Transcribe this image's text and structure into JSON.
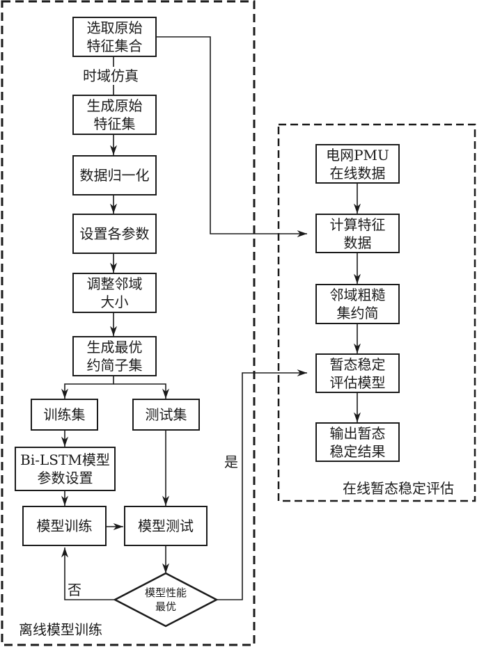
{
  "regions": {
    "offline": {
      "label": "离线模型训练"
    },
    "online": {
      "label": "在线暂态稳定评估"
    }
  },
  "offline_nodes": {
    "select_features": "选取原始\n特征集合",
    "generate_features": "生成原始\n特征集",
    "normalize": "数据归一化",
    "set_params": "设置各参数",
    "adjust_neighborhood": "调整邻域\n大小",
    "optimal_subset": "生成最优\n约简子集",
    "train_set": "训练集",
    "test_set": "测试集",
    "bilstm_params": "Bi-LSTM模型\n参数设置",
    "model_train": "模型训练",
    "model_test": "模型测试",
    "decision": "模型性能\n最优"
  },
  "online_nodes": {
    "pmu_data": "电网PMU\n在线数据",
    "compute_features": "计算特征\n数据",
    "rough_reduction": "邻域粗糙\n集约简",
    "tsa_model": "暂态稳定\n评估模型",
    "output_result": "输出暂态\n稳定结果"
  },
  "edge_labels": {
    "time_domain_sim": "时域仿真",
    "yes": "是",
    "no": "否"
  }
}
